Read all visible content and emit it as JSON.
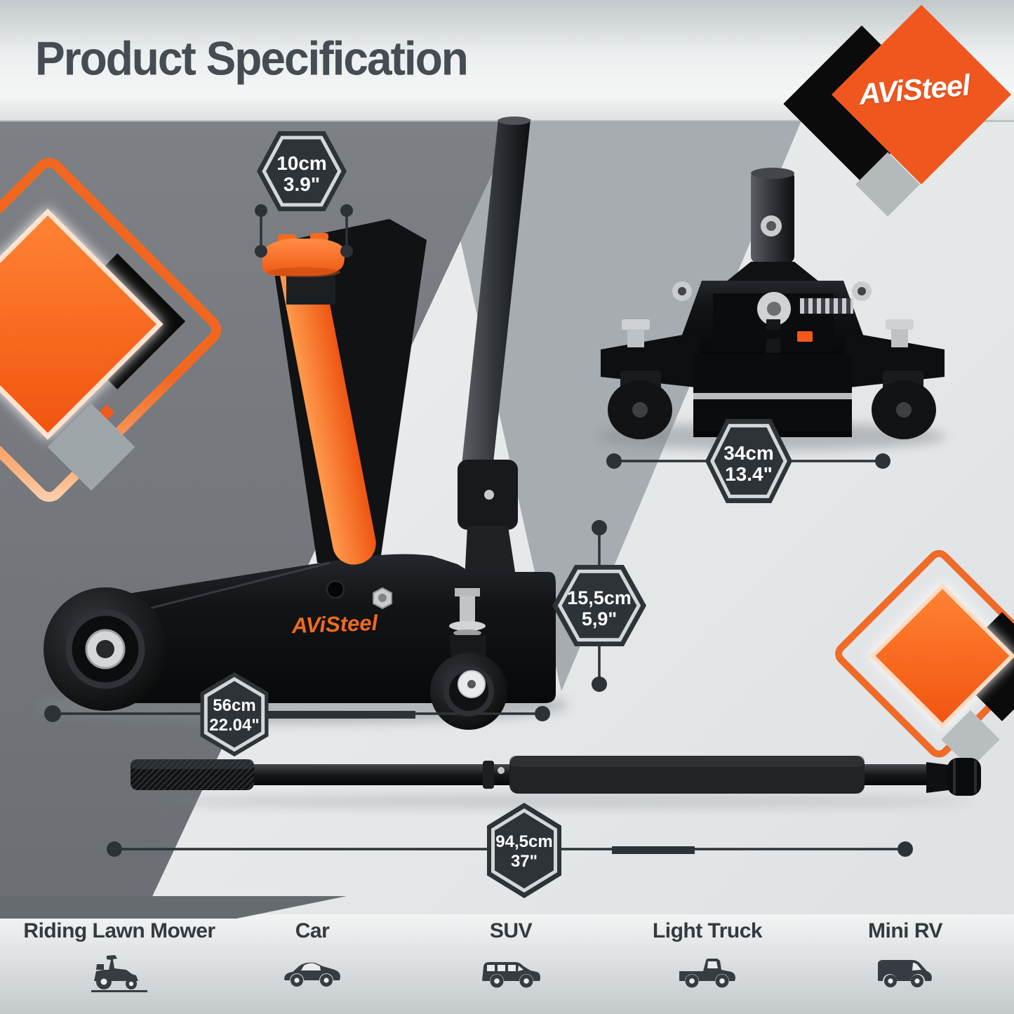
{
  "header": {
    "title": "Product Specification"
  },
  "brand": {
    "name": "AViSteel"
  },
  "jack": {
    "body_logo": "AViSteel"
  },
  "measurements": {
    "saddle_diameter": {
      "cm": "10cm",
      "inches": "3.9\""
    },
    "frame_width": {
      "cm": "34cm",
      "inches": "13.4\""
    },
    "min_lift_height": {
      "cm": "15,5cm",
      "inches": "5,9\""
    },
    "frame_length": {
      "cm": "56cm",
      "inches": "22.04\""
    },
    "handle_length": {
      "cm": "94,5cm",
      "inches": "37\""
    }
  },
  "vehicles": [
    {
      "label": "Riding Lawn Mower"
    },
    {
      "label": "Car"
    },
    {
      "label": "SUV"
    },
    {
      "label": "Light Truck"
    },
    {
      "label": "Mini RV"
    }
  ],
  "colors": {
    "accent_orange": "#f2591b",
    "badge_dark": "#2d3337",
    "title_gray": "#454c52",
    "background_gray": "#73767a"
  }
}
